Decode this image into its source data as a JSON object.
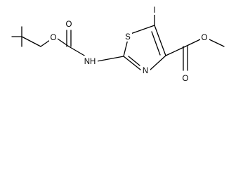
{
  "molecule": {
    "atoms": {
      "iodine": "I",
      "sulfur": "S",
      "ring_nitrogen": "N",
      "amide_nitrogen": "NH",
      "carbamate_carbonyl_oxygen": "O",
      "carbamate_ester_oxygen": "O",
      "ester_carbonyl_oxygen": "O",
      "ester_ether_oxygen": "O"
    },
    "colors": {
      "bond": "#000000",
      "label": "#000000",
      "background": "#ffffff"
    }
  }
}
